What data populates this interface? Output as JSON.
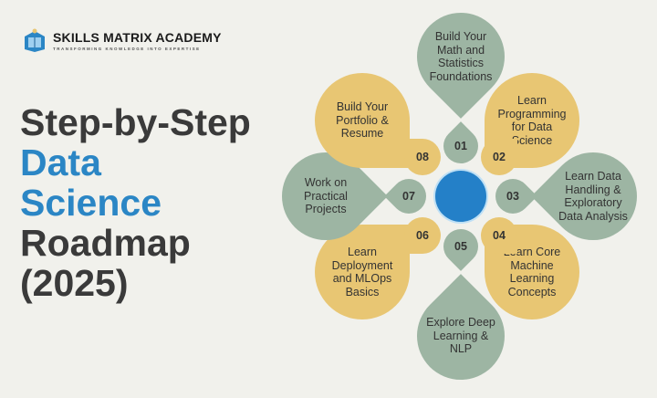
{
  "brand": {
    "name": "SKILLS MATRIX ACADEMY",
    "tagline": "TRANSFORMING KNOWLEDGE INTO EXPERTISE"
  },
  "title": {
    "line1": "Step-by-Step",
    "line2": "Data",
    "line3": "Science",
    "line4": "Roadmap",
    "line5": "(2025)"
  },
  "steps": [
    {
      "num": "01",
      "label": "Build Your Math and Statistics Foundations"
    },
    {
      "num": "02",
      "label": "Learn Programming for Data Science"
    },
    {
      "num": "03",
      "label": "Learn Data Handling & Exploratory Data Analysis"
    },
    {
      "num": "04",
      "label": "Learn Core Machine Learning Concepts"
    },
    {
      "num": "05",
      "label": "Explore Deep Learning & NLP"
    },
    {
      "num": "06",
      "label": "Learn Deployment and MLOps Basics"
    },
    {
      "num": "07",
      "label": "Work on Practical Projects"
    },
    {
      "num": "08",
      "label": "Build Your Portfolio & Resume"
    }
  ],
  "colors": {
    "green": "#9db5a3",
    "yellow": "#e8c673",
    "blue": "#2480c8"
  }
}
